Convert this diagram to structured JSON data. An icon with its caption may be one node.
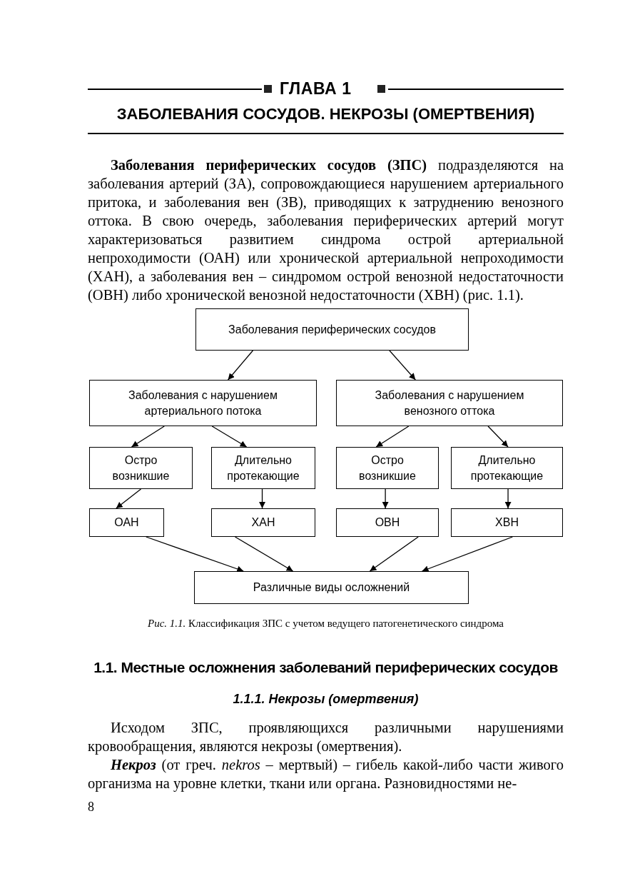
{
  "diagram": {
    "title": "ЗАБОЛЕВАНИЯ СОСУДОВ. НЕКРОЗЫ (ОМЕРТВЕНИЯ)",
    "caption": "*Рис. 1.1.* Классификация ЗПС с учетом ведущего патогенетического синдрома",
    "nodes": [
      {
        "text": [
          "Заболевания периферических сосудов"
        ]
      },
      {
        "text": [
          "Заболевания с нарушением артериального потока"
        ]
      },
      {
        "text": [
          "Заболевания с нарушением венозного оттока"
        ]
      },
      {
        "text": [
          "Остро возникшие"
        ]
      },
      {
        "text": [
          "Длительно протекающие"
        ]
      },
      {
        "text": [
          "Остро возникшие"
        ]
      },
      {
        "text": [
          "Длительно протекающие"
        ]
      },
      {
        "text": [
          "ОАН"
        ]
      },
      {
        "text": [
          "ХАН"
        ]
      },
      {
        "text": [
          "ОВН"
        ]
      },
      {
        "text": [
          "ХВН"
        ]
      },
      {
        "text": [
          "Различные виды осложнений"
        ]
      }
    ],
    "edges": [
      {
        "from": 0,
        "to": 1,
        "arrow": "to"
      },
      {
        "from": 0,
        "to": 2,
        "arrow": "to"
      },
      {
        "from": 1,
        "to": 3,
        "arrow": "to"
      },
      {
        "from": 1,
        "to": 4,
        "arrow": "to"
      },
      {
        "from": 2,
        "to": 5,
        "arrow": "to"
      },
      {
        "from": 2,
        "to": 6,
        "arrow": "to"
      },
      {
        "from": 3,
        "to": 7,
        "arrow": "to"
      },
      {
        "from": 4,
        "to": 8,
        "arrow": "to"
      },
      {
        "from": 5,
        "to": 9,
        "arrow": "to"
      },
      {
        "from": 6,
        "to": 10,
        "arrow": "to"
      },
      {
        "from": 7,
        "to": 11,
        "arrow": "to"
      },
      {
        "from": 8,
        "to": 11,
        "arrow": "to"
      },
      {
        "from": 9,
        "to": 11,
        "arrow": "to"
      },
      {
        "from": 10,
        "to": 11,
        "arrow": "to"
      }
    ],
    "labels": [
      "ГЛАВА 1",
      "**Заболевания периферических сосудов (ЗПС)** подразделяются на заболевания артерий (ЗА), сопровождающиеся нарушением артериального притока, и заболевания вен (ЗВ), приводящих к затруднению венозного оттока. В свою очередь, заболевания периферических артерий могут характеризоваться развитием синдрома острой артериальной непроходимости (ОАН) или хронической артериальной непроходимости (ХАН), а заболевания вен – синдромом острой венозной недостаточности (ОВН) либо хронической венозной недостаточности (ХВН) (рис. 1.1).",
      "1.1. Местные осложнения заболеваний периферических сосудов",
      "1.1.1. Некрозы (омертвения)",
      "Исходом ЗПС, проявляющихся различными нарушениями кровообращения, являются некрозы (омертвения).",
      "**Некроз** (от греч. *nekros* – мертвый) – гибель какой-либо части живого организма на уровне клетки, ткани или органа. Разновидностями не-",
      "8"
    ]
  }
}
